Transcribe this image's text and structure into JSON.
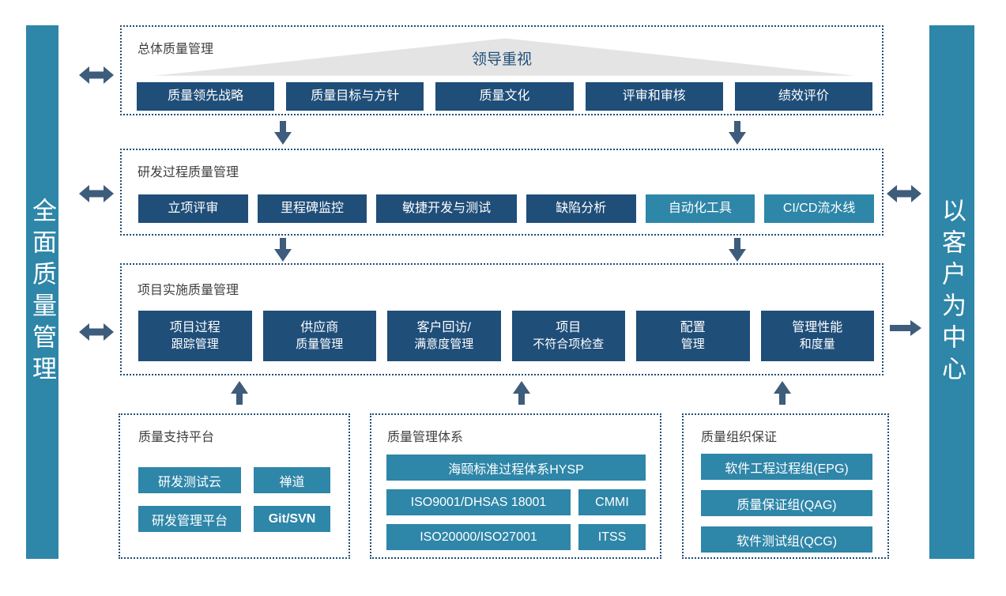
{
  "colors": {
    "navy": "#1F4E79",
    "teal": "#2E86A8",
    "arrow_slate": "#3E5C7C",
    "triangle_gray": "#E4E4E4",
    "label_text": "#3F3F3F",
    "button_text": "#FFFFFF"
  },
  "left_banner": {
    "text": "全面质量管理"
  },
  "right_banner": {
    "text": "以客户为中心"
  },
  "overall_section": {
    "label": "总体质量管理",
    "banner": "领导重视",
    "items": [
      "质量领先战略",
      "质量目标与方针",
      "质量文化",
      "评审和审核",
      "绩效评价"
    ]
  },
  "rnd_section": {
    "label": "研发过程质量管理",
    "items": [
      "立项评审",
      "里程碑监控",
      "敏捷开发与测试",
      "缺陷分析",
      "自动化工具",
      "CI/CD流水线"
    ]
  },
  "project_section": {
    "label": "项目实施质量管理",
    "items": [
      {
        "line1": "项目过程",
        "line2": "跟踪管理"
      },
      {
        "line1": "供应商",
        "line2": "质量管理"
      },
      {
        "line1": "客户回访/",
        "line2": "满意度管理"
      },
      {
        "line1": "项目",
        "line2": "不符合项检查"
      },
      {
        "line1": "配置",
        "line2": "管理"
      },
      {
        "line1": "管理性能",
        "line2": "和度量"
      }
    ]
  },
  "platform_section": {
    "label": "质量支持平台",
    "items": [
      "研发测试云",
      "禅道",
      "研发管理平台",
      "Git/SVN"
    ]
  },
  "system_section": {
    "label": "质量管理体系",
    "items": [
      "海颐标准过程体系HYSP",
      "ISO9001/DHSAS 18001",
      "CMMI",
      "ISO20000/ISO27001",
      "ITSS"
    ]
  },
  "org_section": {
    "label": "质量组织保证",
    "items": [
      "软件工程过程组(EPG)",
      "质量保证组(QAG)",
      "软件测试组(QCG)"
    ]
  }
}
